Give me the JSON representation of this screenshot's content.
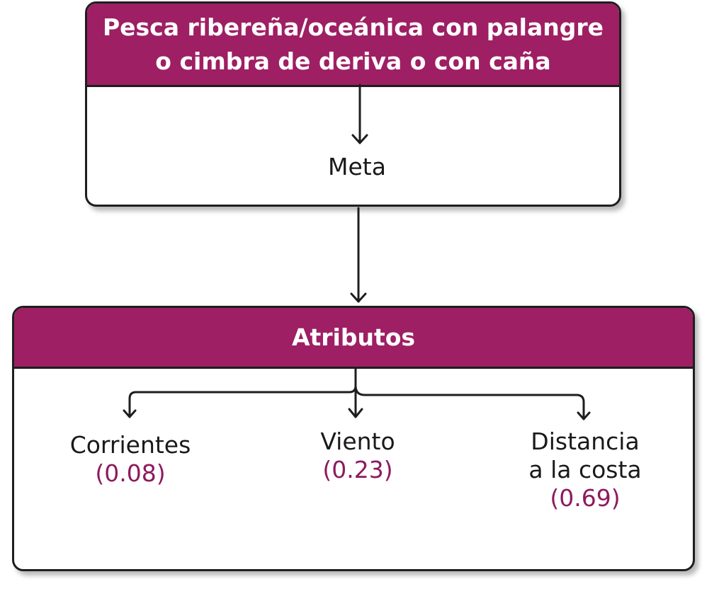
{
  "colors": {
    "header_fill": "#9e1f63",
    "value_text": "#8e1a5e",
    "border": "#1e1e1e"
  },
  "top_box": {
    "title_line1": "Pesca ribereña/oceánica con palangre",
    "title_line2": "o cimbra de deriva o con caña",
    "goal_label": "Meta"
  },
  "bottom_box": {
    "title": "Atributos",
    "attributes": [
      {
        "name_line1": "Corrientes",
        "name_line2": "",
        "value": "(0.08)"
      },
      {
        "name_line1": "Viento",
        "name_line2": "",
        "value": "(0.23)"
      },
      {
        "name_line1": "Distancia",
        "name_line2": "a la costa",
        "value": "(0.69)"
      }
    ]
  }
}
